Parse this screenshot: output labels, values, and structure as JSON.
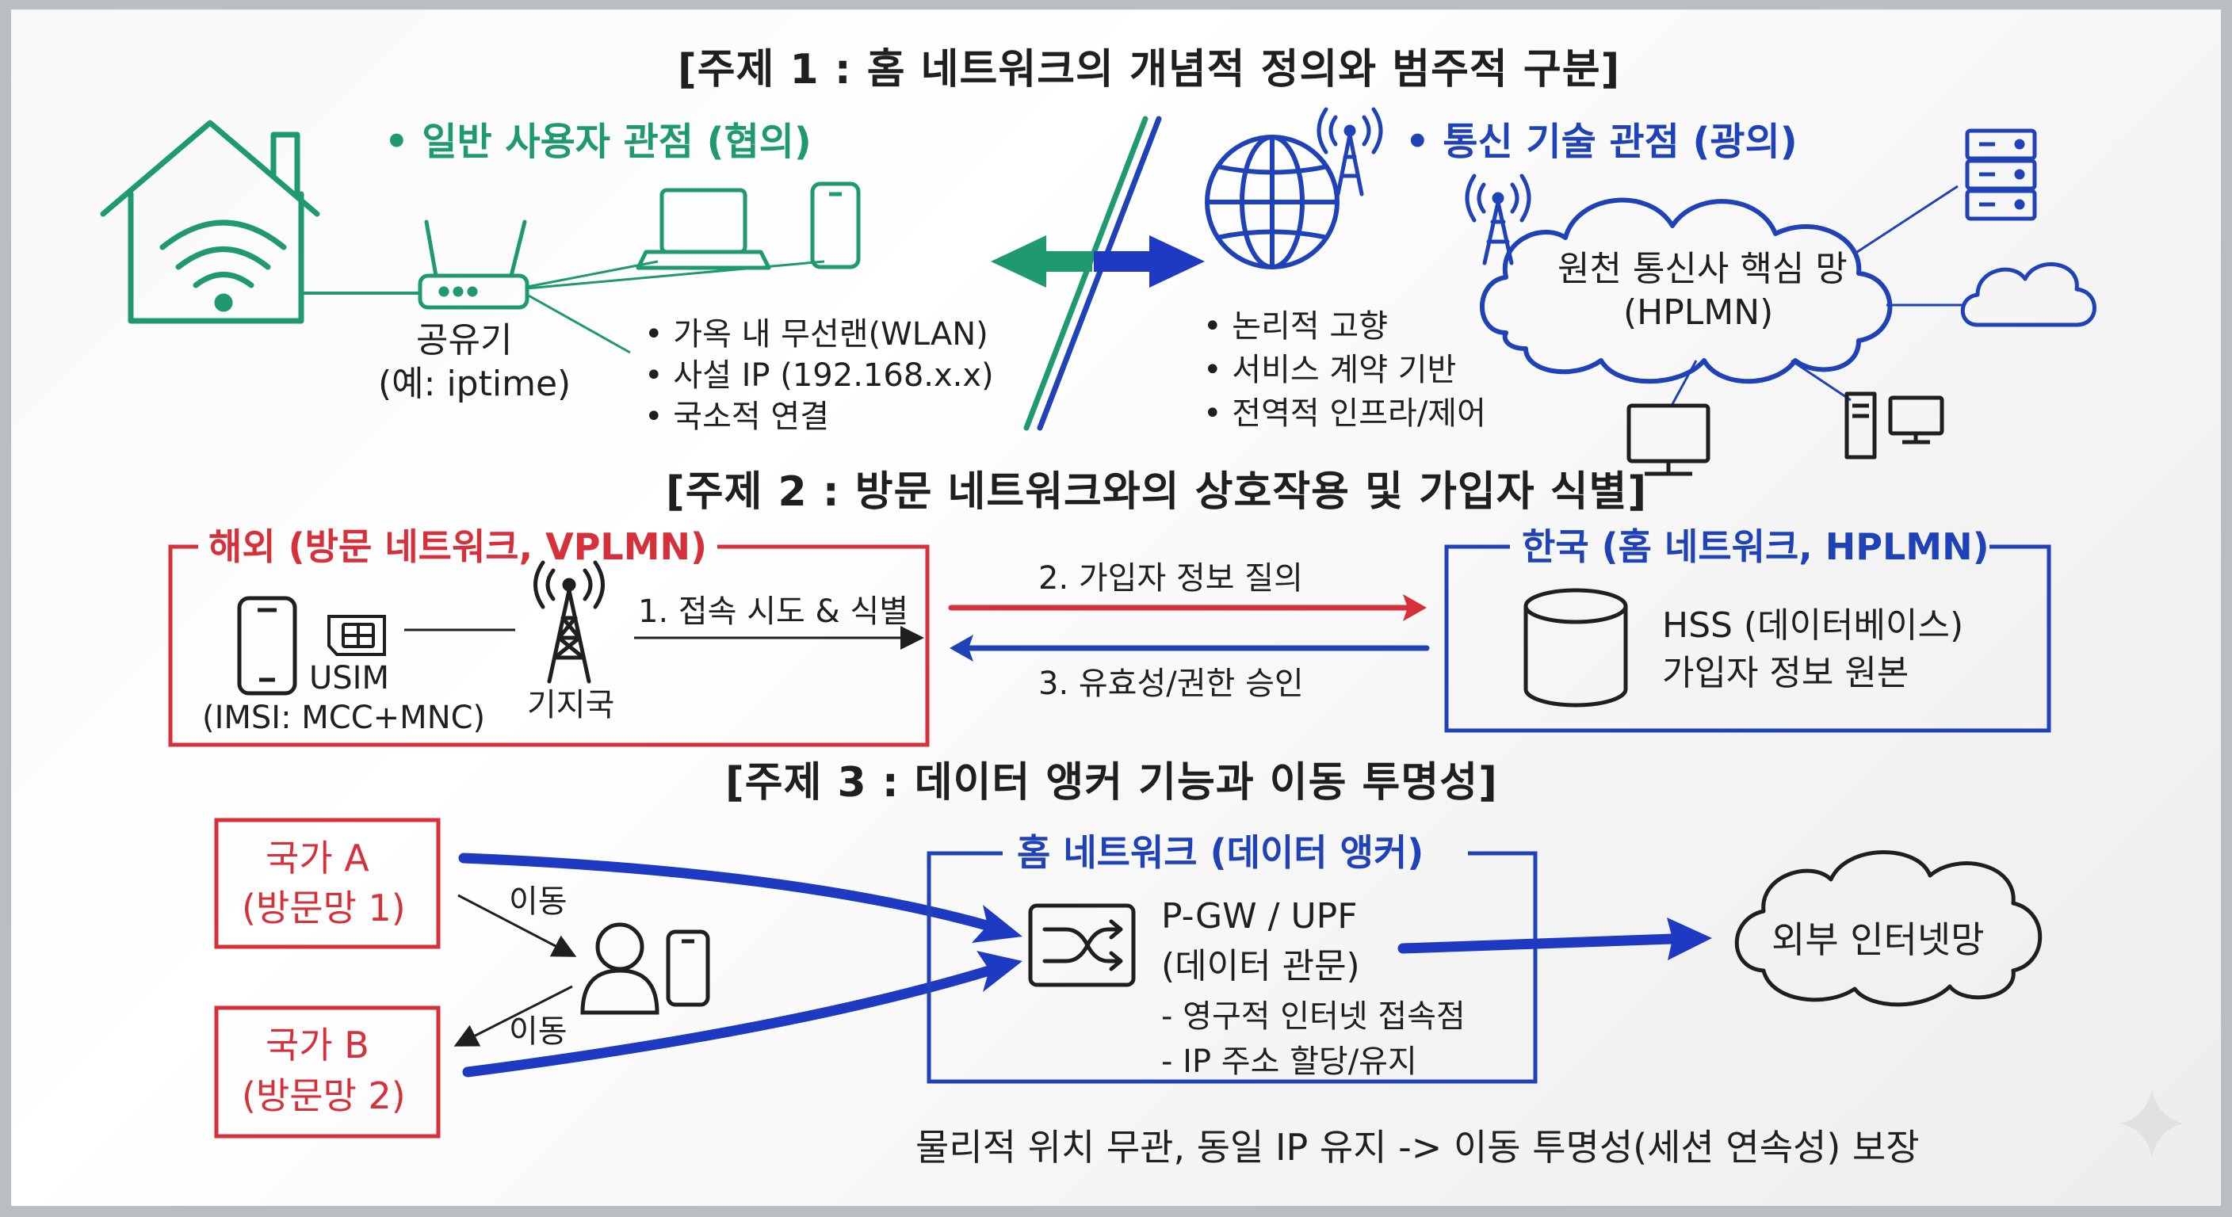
{
  "section1": {
    "title": "[주제 1 : 홈 네트워크의 개념적 정의와 범주적 구분]",
    "narrow_heading": "• 일반 사용자 관점 (협의)",
    "router_label": "공유기",
    "router_example": "(예: iptime)",
    "narrow_points": [
      "• 가옥 내 무선랜(WLAN)",
      "• 사설 IP (192.168.x.x)",
      "• 국소적 연결"
    ],
    "broad_heading": "• 통신 기술 관점 (광의)",
    "broad_points": [
      "• 논리적 고향",
      "• 서비스 계약 기반",
      "• 전역적 인프라/제어"
    ],
    "cloud_label_line1": "원천 통신사 핵심 망",
    "cloud_label_line2": "(HPLMN)"
  },
  "section2": {
    "title": "[주제 2 : 방문 네트워크와의 상호작용 및 가입자 식별]",
    "visited_box_title": "해외 (방문 네트워크, VPLMN)",
    "usim_label": "USIM",
    "imsi_label": "(IMSI: MCC+MNC)",
    "tower_label": "기지국",
    "step1": "1. 접속 시도 & 식별",
    "step2": "2. 가입자 정보 질의",
    "step3": "3. 유효성/권한 승인",
    "home_box_title": "한국 (홈 네트워크, HPLMN)",
    "hss_line1": "HSS (데이터베이스)",
    "hss_line2": "가입자 정보 원본"
  },
  "section3": {
    "title": "[주제 3 : 데이터 앵커 기능과 이동 투명성]",
    "country_a_line1": "국가 A",
    "country_a_line2": "(방문망 1)",
    "country_b_line1": "국가 B",
    "country_b_line2": "(방문망 2)",
    "move_label_a": "이동",
    "move_label_b": "이동",
    "anchor_box_title": "홈 네트워크 (데이터 앵커)",
    "gateway_line1": "P-GW / UPF",
    "gateway_line2": "(데이터 관문)",
    "gateway_points": [
      "- 영구적 인터넷 접속점",
      "- IP 주소 할당/유지"
    ],
    "internet_label": "외부 인터넷망",
    "summary": "물리적 위치 무관, 동일 IP 유지 -> 이동 투명성(세션 연속성) 보장"
  },
  "colors": {
    "green": "#1e9a6e",
    "blue": "#2042b8",
    "red": "#d6303a",
    "ink": "#1f1f1f"
  },
  "icons": [
    "house-wifi-icon",
    "router-icon",
    "laptop-icon",
    "smartphone-icon",
    "globe-icon",
    "antenna-tower-icon",
    "server-rack-icon",
    "cloud-icon",
    "desktop-computer-icon",
    "sim-card-icon",
    "database-icon",
    "shuffle-switch-icon",
    "user-icon",
    "sparkle-icon"
  ]
}
